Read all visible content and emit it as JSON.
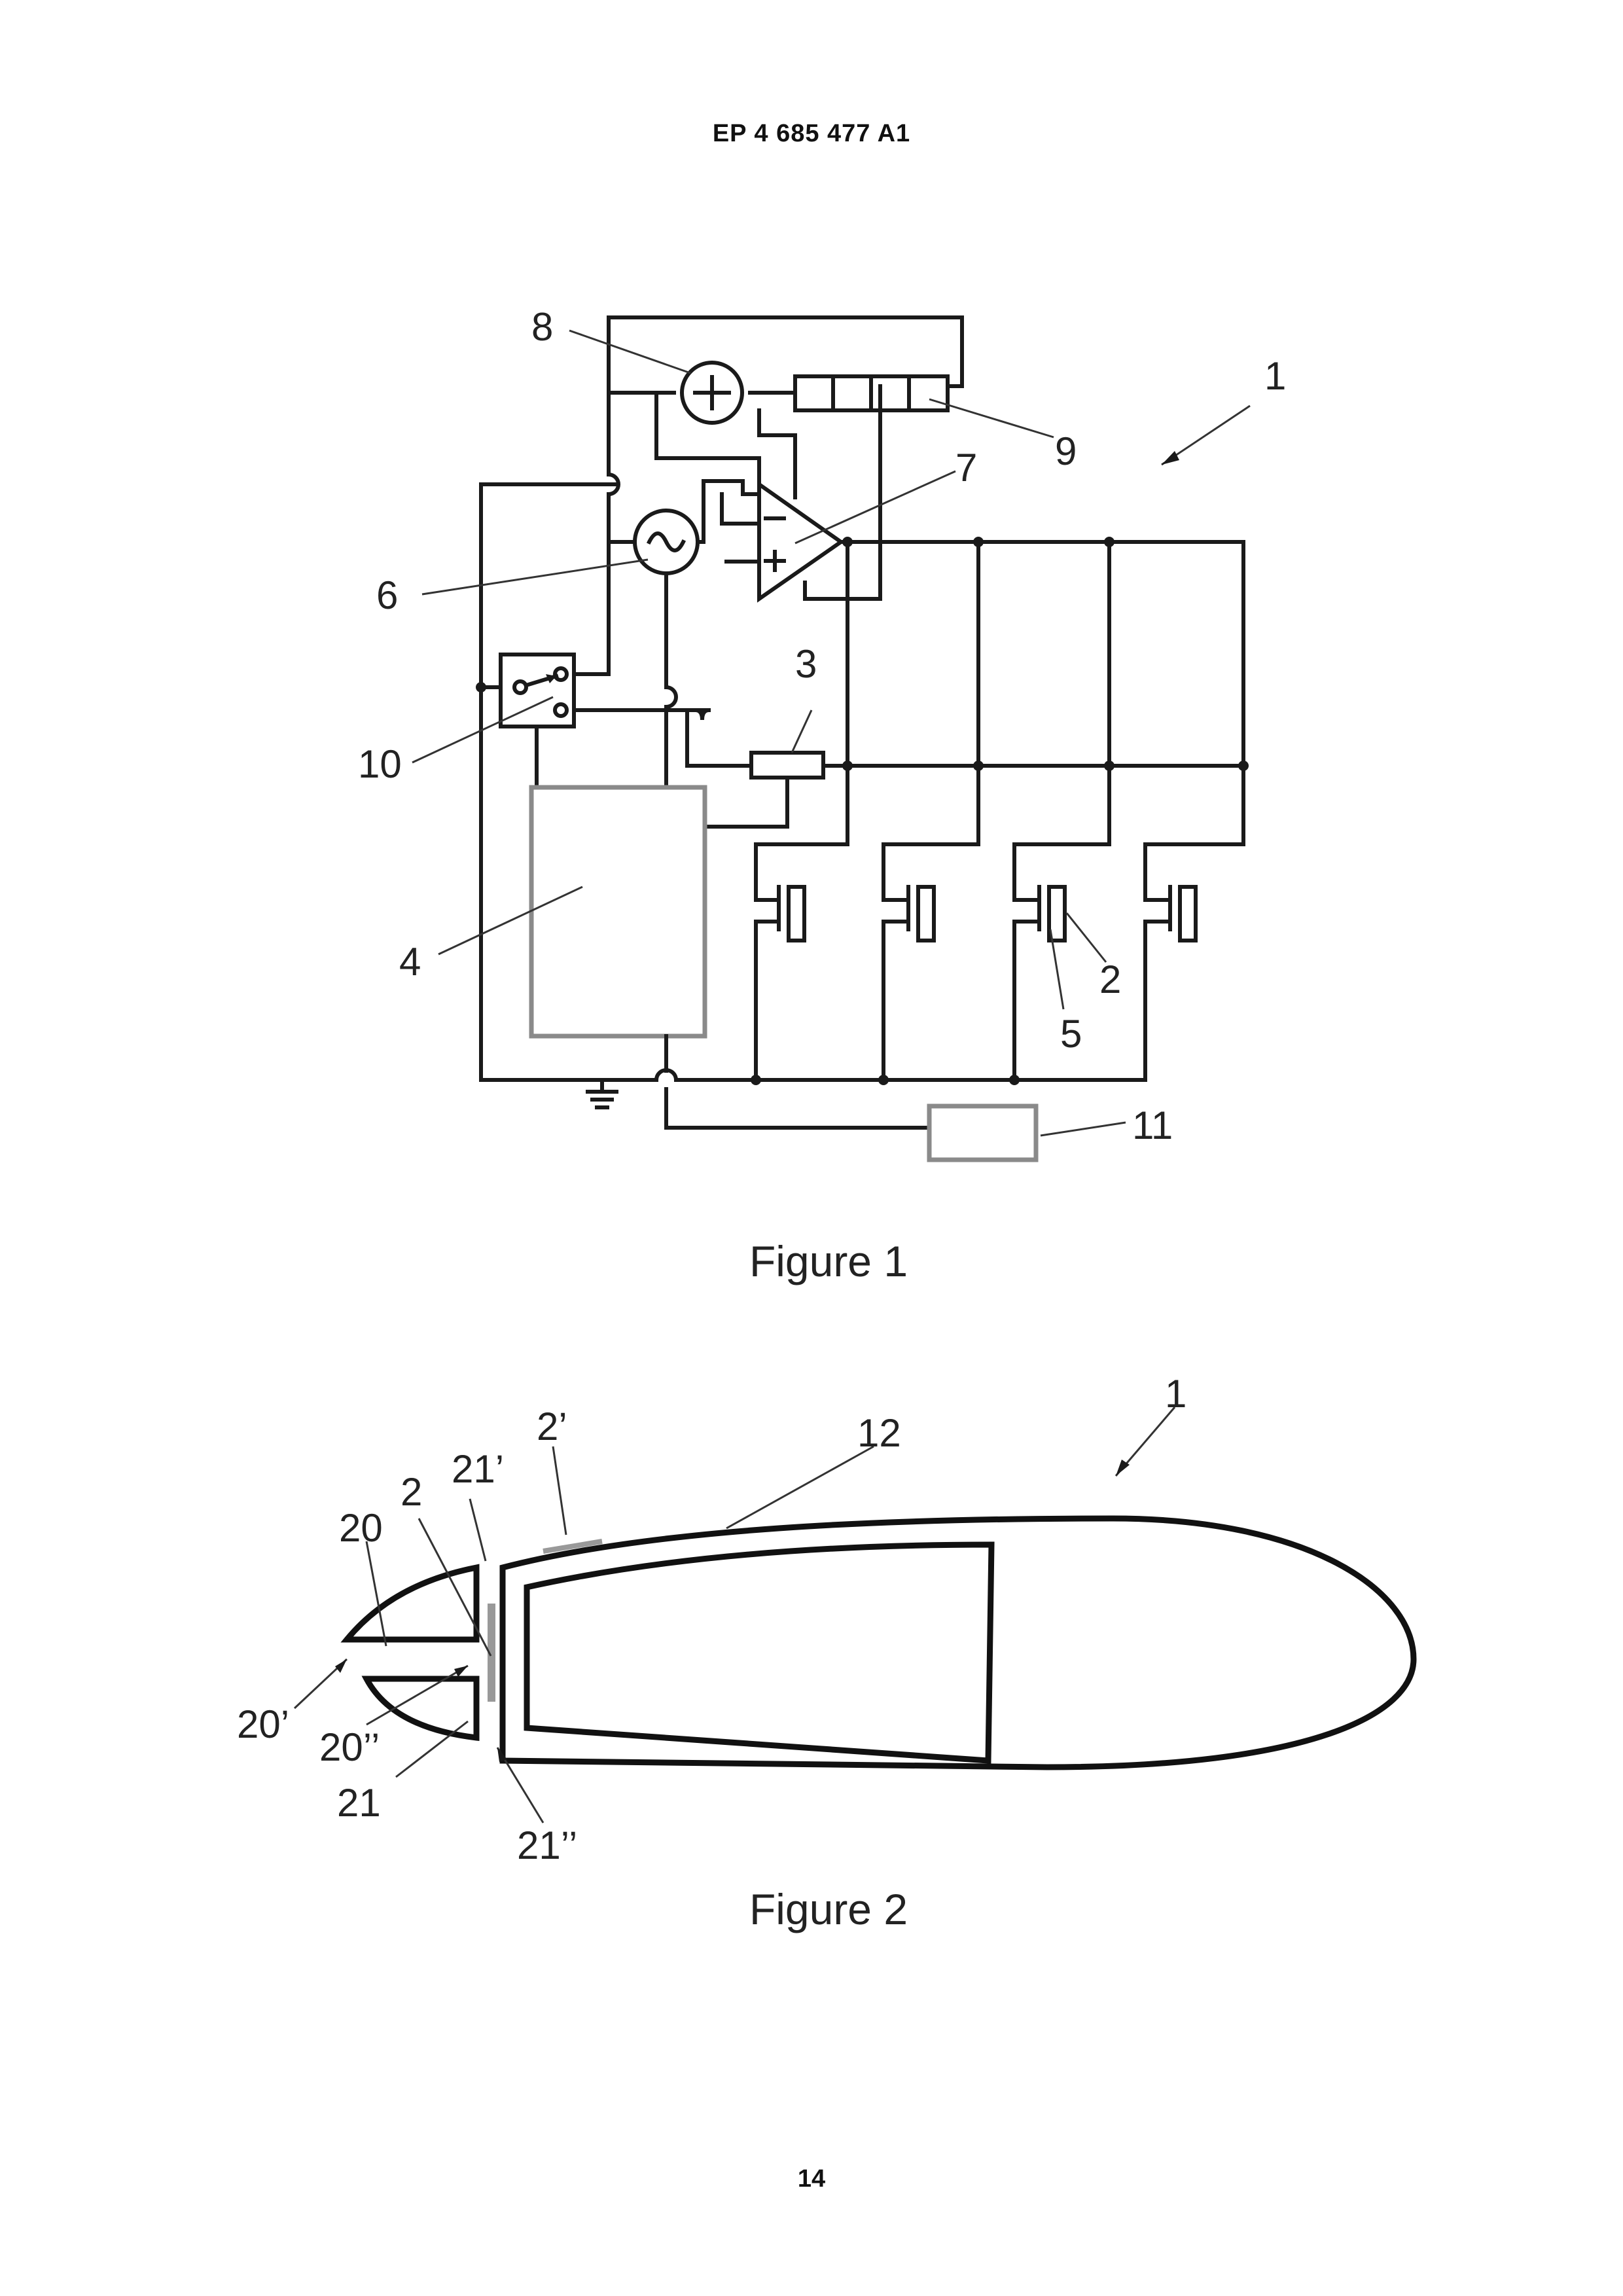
{
  "header": {
    "publication_number": "EP 4 685 477 A1"
  },
  "figure1": {
    "caption": "Figure 1",
    "labels": {
      "device": "1",
      "electrode": "2",
      "resistor": "3",
      "controller": "4",
      "capacitor": "5",
      "ac_source": "6",
      "amplifier": "7",
      "current_source": "8",
      "battery": "9",
      "switch": "10",
      "unit": "11"
    }
  },
  "figure2": {
    "caption": "Figure 2",
    "labels": {
      "device": "1",
      "electrode": "2",
      "electrode_prime": "2’",
      "housing": "12",
      "cap": "20",
      "cap_prime": "20’",
      "cap_double_prime": "20’’",
      "wall": "21",
      "wall_prime": "21’",
      "wall_double_prime": "21’’"
    }
  },
  "footer": {
    "page_number": "14"
  }
}
